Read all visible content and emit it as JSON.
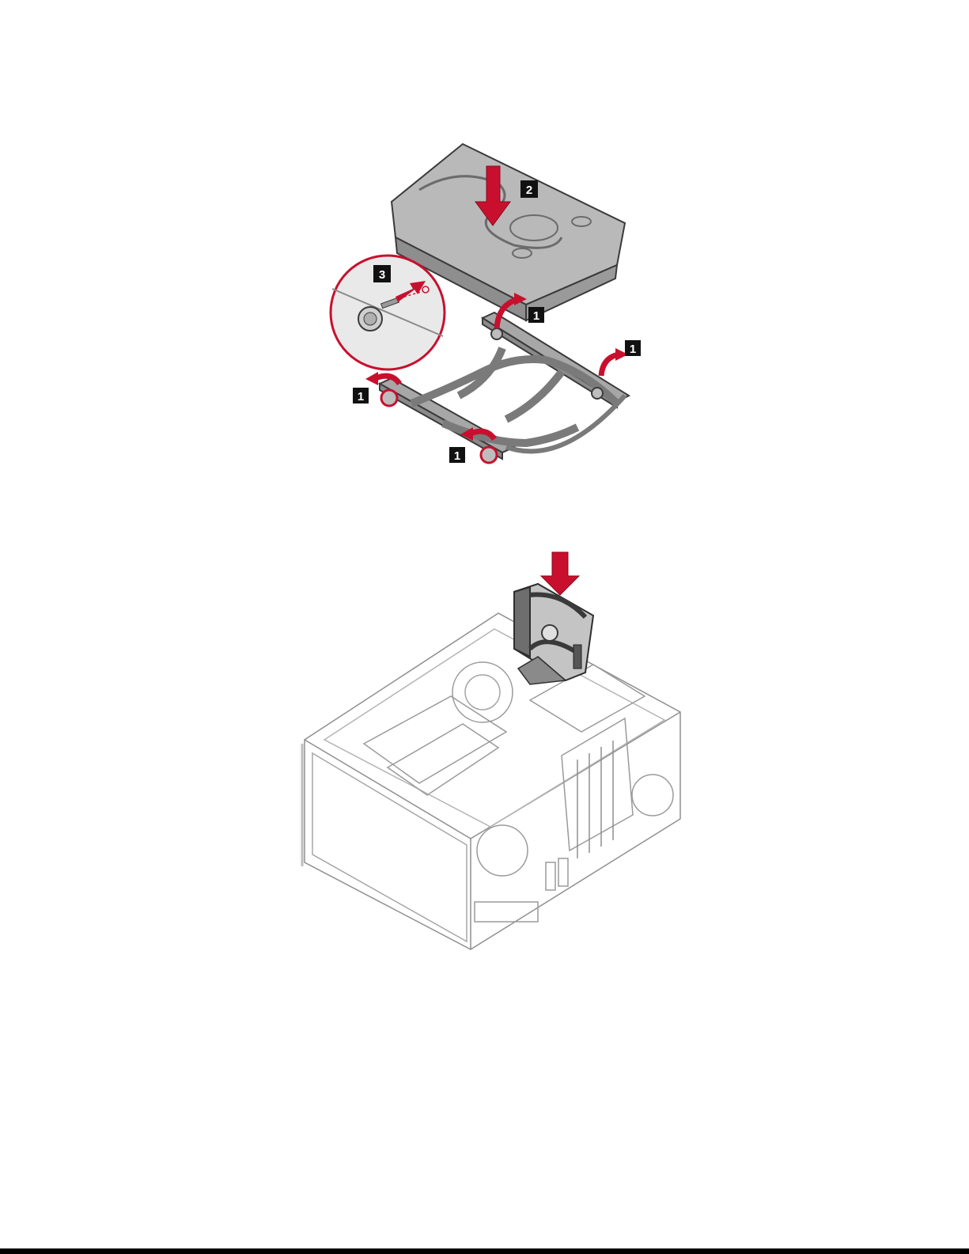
{
  "figures": [
    {
      "callouts": [
        "1",
        "2",
        "3"
      ]
    },
    {
      "callouts": []
    }
  ],
  "colors": {
    "accent_red": "#c8102e",
    "line": "#3a3a3a",
    "fill_gray": "#a7a7a7",
    "light_gray": "#d9d9d9",
    "callout_bg": "#111111"
  }
}
